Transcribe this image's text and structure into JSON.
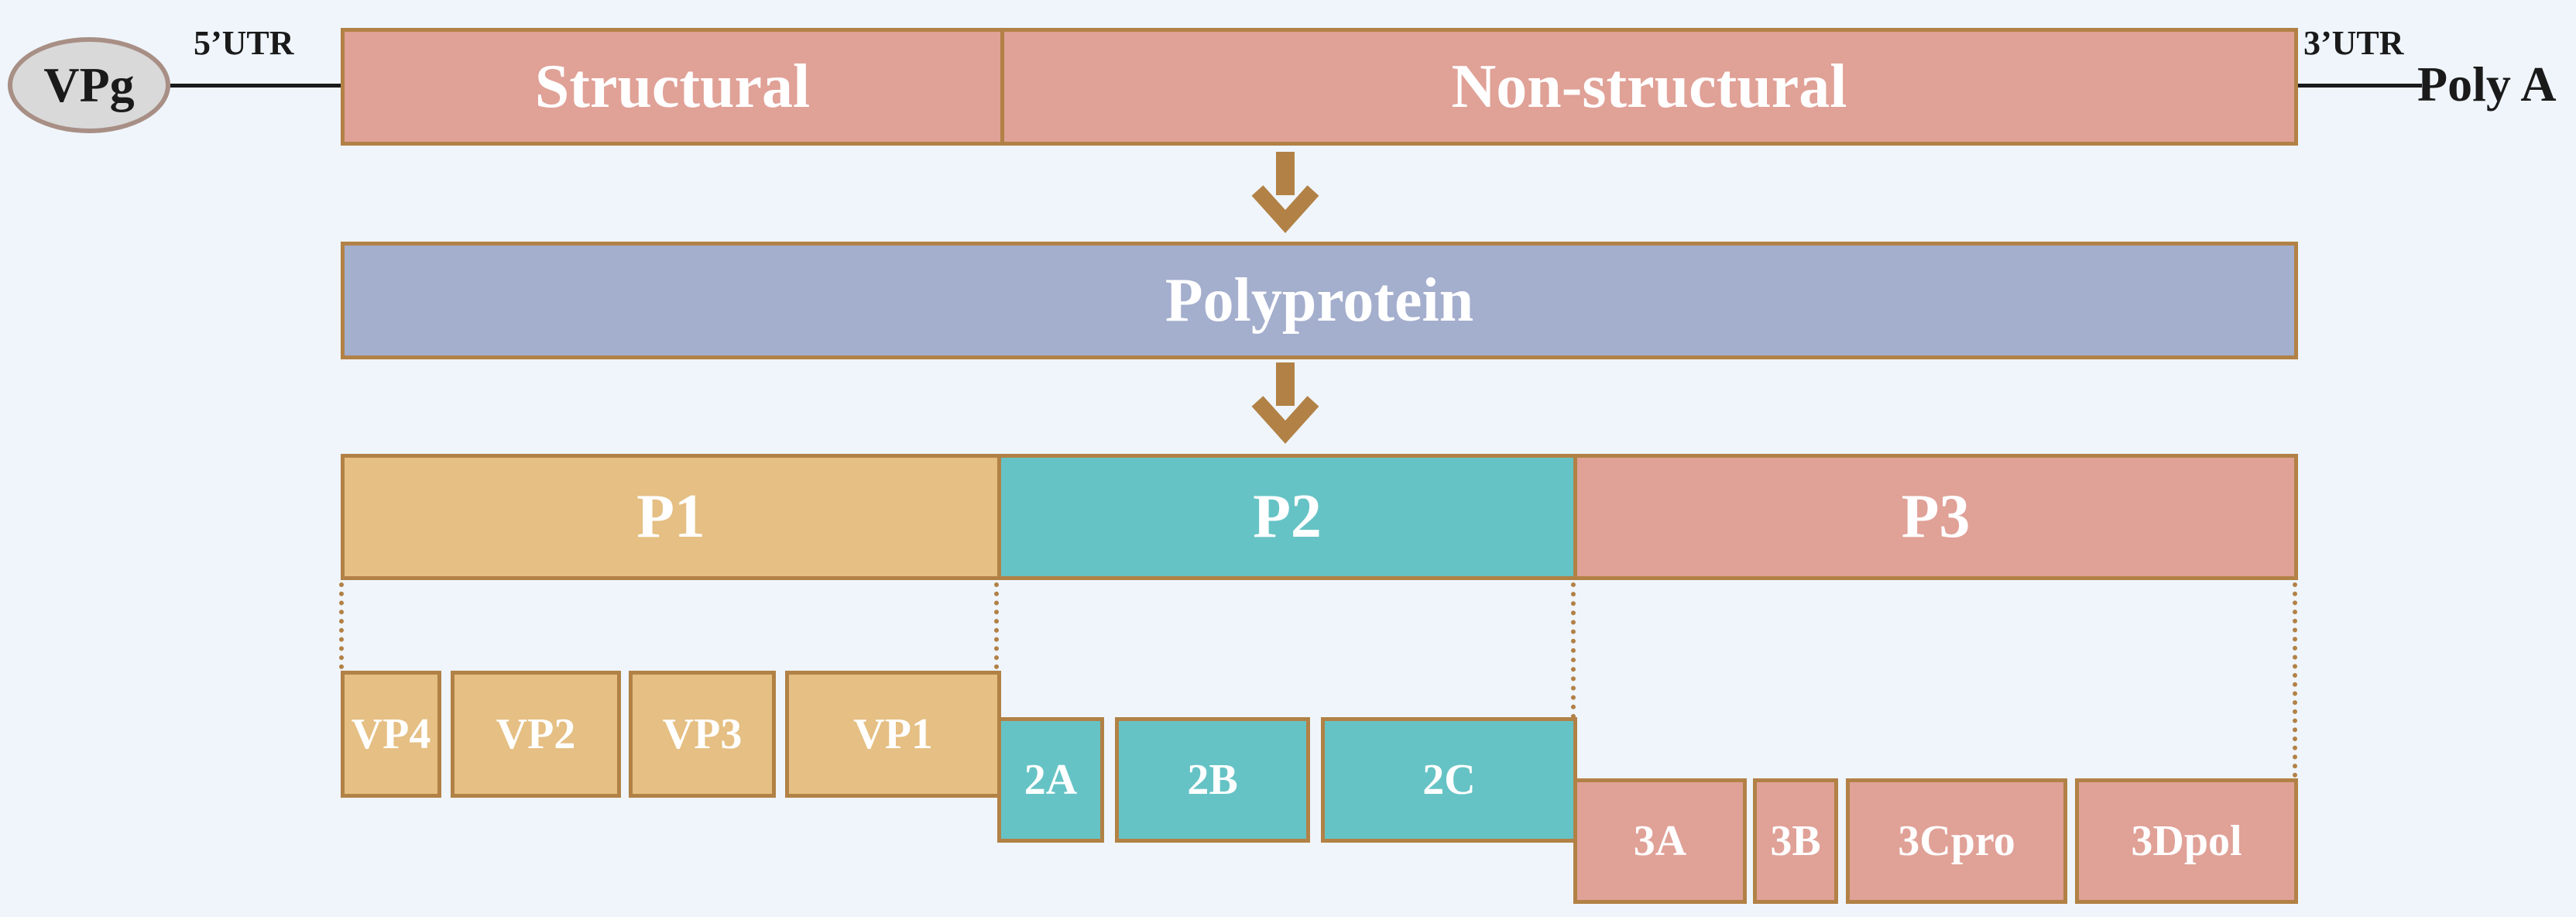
{
  "genome": {
    "vpg": "VPg",
    "utr5": "5’UTR",
    "utr3": "3’UTR",
    "polya": "Poly A",
    "segments": [
      "Structural",
      "Non-structural"
    ]
  },
  "polyprotein": "Polyprotein",
  "precursors": [
    "P1",
    "P2",
    "P3"
  ],
  "products": {
    "p1": [
      "VP4",
      "VP2",
      "VP3",
      "VP1"
    ],
    "p2": [
      "2A",
      "2B",
      "2C"
    ],
    "p3": [
      "3A",
      "3B",
      "3Cpro",
      "3Dpol"
    ]
  },
  "colors": {
    "background": "#eff5fb",
    "structural_nonstructural": "#e0a197",
    "polyprotein": "#a4aecd",
    "p1": "#e5bf83",
    "p2": "#66c3c5",
    "p3": "#e0a197",
    "border": "#b28146",
    "arrow": "#b28146"
  }
}
